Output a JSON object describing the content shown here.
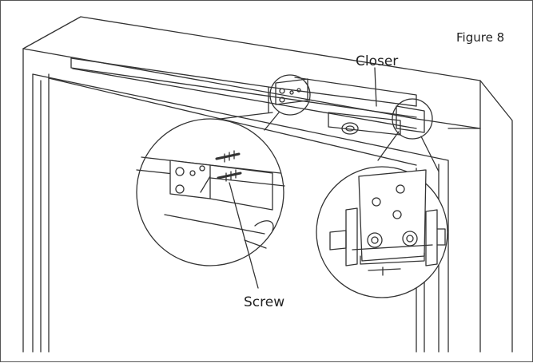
{
  "figure": {
    "number_label": "Figure 8",
    "callouts": {
      "closer": "Closer",
      "screw": "Screw"
    }
  },
  "colors": {
    "line": "#333333",
    "panel": "#ffffff"
  }
}
